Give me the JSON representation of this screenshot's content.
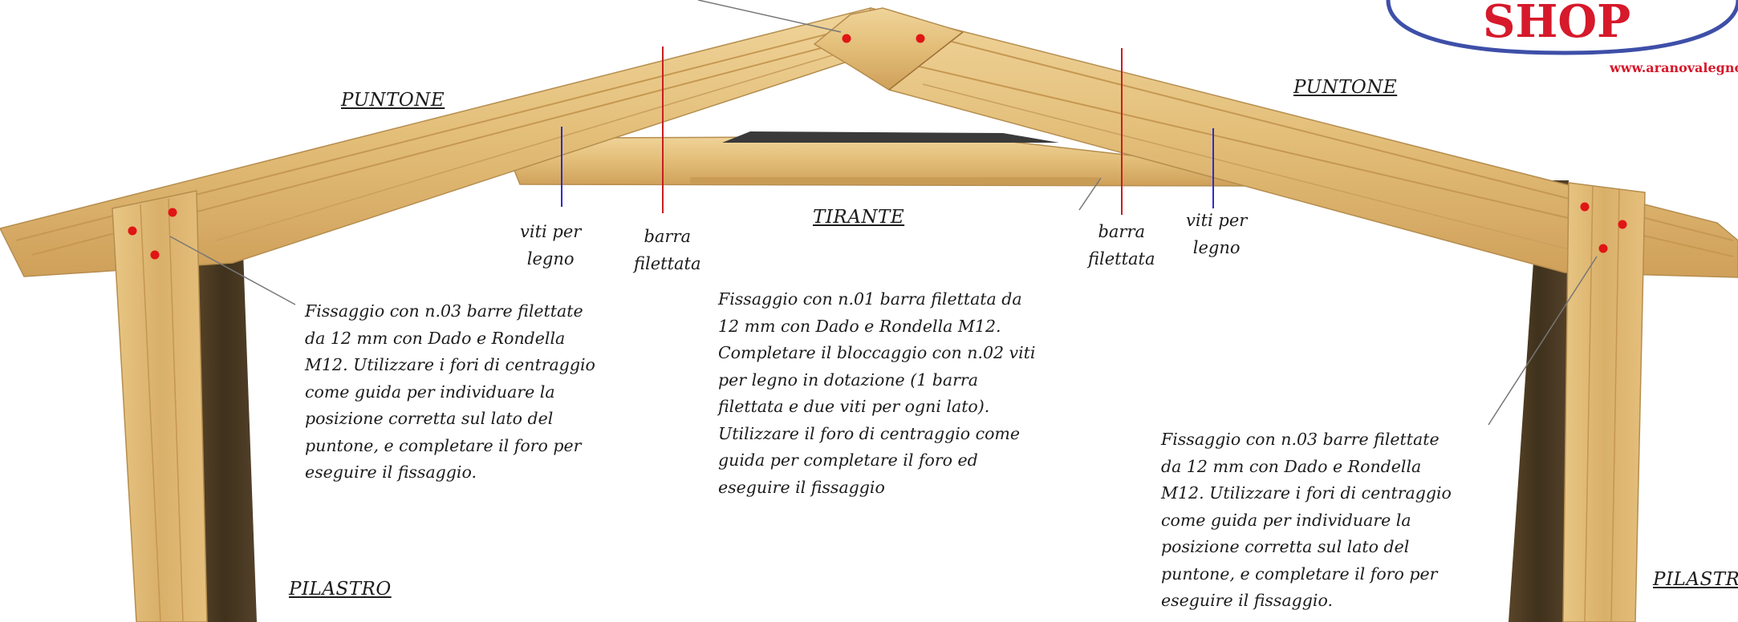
{
  "brand": {
    "shop": "SHOP",
    "url": "www.aranovalegno.",
    "color_red": "#d6192b",
    "color_blue": "#3e4fa8"
  },
  "labels": {
    "puntone_left": "PUNTONE",
    "puntone_right": "PUNTONE",
    "tirante": "TIRANTE",
    "pilastro_left": "PILASTRO",
    "pilastro_right": "PILASTRO"
  },
  "callouts": {
    "viti_left": [
      "viti per",
      "legno"
    ],
    "barra_left": [
      "barra",
      "filettata"
    ],
    "barra_right": [
      "barra",
      "filettata"
    ],
    "viti_right": [
      "viti per",
      "legno"
    ]
  },
  "notes": {
    "left": [
      "Fissaggio con n.03 barre filettate",
      "da 12 mm con Dado e Rondella",
      "M12. Utilizzare i fori di centraggio",
      "come guida per individuare la",
      "posizione corretta sul lato del",
      "puntone, e completare il foro per",
      "eseguire il fissaggio."
    ],
    "center": [
      "Fissaggio con n.01 barra filettata da",
      "12 mm con Dado e Rondella M12.",
      "Completare il bloccaggio con n.02 viti",
      "per legno in dotazione (1 barra",
      "filettata e due viti per ogni lato).",
      "Utilizzare il foro di centraggio come",
      "guida per completare il foro ed",
      "eseguire il fissaggio"
    ],
    "right": [
      "Fissaggio con n.03 barre filettate",
      "da 12 mm con Dado e Rondella",
      "M12. Utilizzare i fori di centraggio",
      "come guida per individuare la",
      "posizione corretta sul lato del",
      "puntone, e completare il foro per",
      "eseguire il fissaggio."
    ]
  },
  "colors": {
    "wood_light": "#e9c886",
    "wood_mid": "#d6a95c",
    "wood_dark": "#b98840",
    "post_dark": "#4a3a22",
    "marker_red": "#e01515",
    "leader_red": "#c81e1e",
    "leader_blue": "#2d2dcc",
    "leader_gray": "#777777"
  }
}
